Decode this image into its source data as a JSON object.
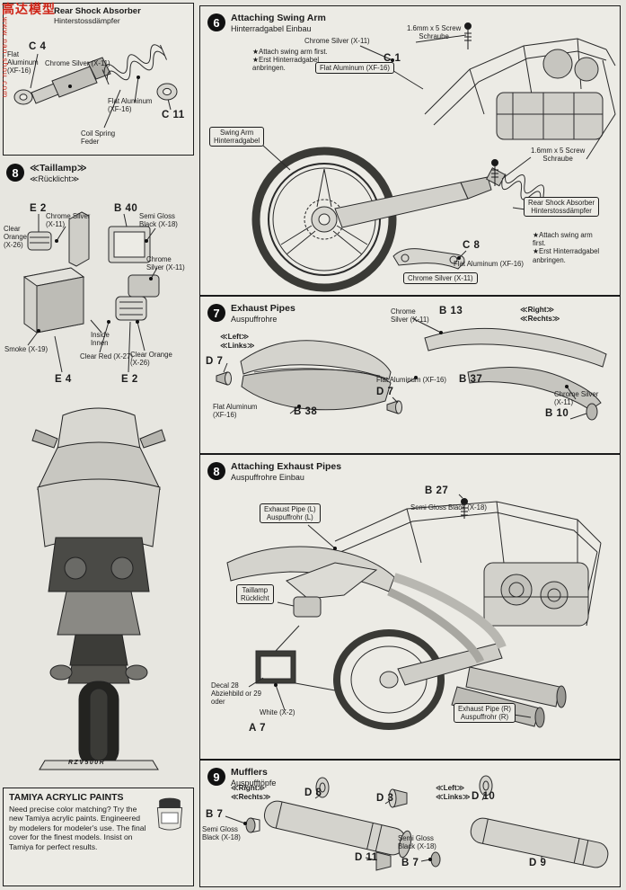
{
  "watermark": {
    "cn": "高达模型",
    "url": "www.nan-shou.com"
  },
  "shock_box": {
    "title_en": "Rear Shock Absorber",
    "title_de": "Hinterstossdämpfer",
    "c4": "C 4",
    "flat_aluminum_left": "Flat\nAluminum\n(XF-16)",
    "chrome_silver": "Chrome Silver (X-11)",
    "flat_aluminum_mid": "Flat Aluminum\n(XF-16)",
    "c11": "C 11",
    "coil_spring": "Coil Spring\nFeder"
  },
  "taillamp_step": {
    "number": "8",
    "title_en": "≪Taillamp≫",
    "title_de": "≪Rücklicht≫",
    "e2_top": "E 2",
    "chrome_silver_top": "Chrome Silver\n(X-11)",
    "b40": "B 40",
    "semi_gloss_black": "Semi Gloss\nBlack (X-18)",
    "clear_orange_left": "Clear\nOrange\n(X-26)",
    "chrome_silver_right": "Chrome\nSilver (X-11)",
    "smoke": "Smoke (X-19)",
    "inside": "Inside\nInnen",
    "clear_red": "Clear Red (X-27)",
    "clear_orange_bottom": "Clear Orange\n(X-26)",
    "e4": "E 4",
    "e2_bottom": "E 2"
  },
  "bike": {
    "model": "RZV500R"
  },
  "paints_ad": {
    "title": "TAMIYA ACRYLIC PAINTS",
    "body": "Need precise color matching? Try the new Tamiya acrylic paints. Engineered by modelers for modeler's use. The final cover for the finest models. Insist on Tamiya for perfect results."
  },
  "swing_arm_step": {
    "number": "6",
    "title_en": "Attaching Swing Arm",
    "title_de": "Hinterradgabel Einbau",
    "chrome_silver_top": "Chrome Silver (X-11)",
    "screw_top": "1.6mm x 5 Screw\nSchraube",
    "c1": "C 1",
    "flat_aluminum_top": "Flat Aluminum (XF-16)",
    "note_top": "★Attach swing arm first.\n★Erst Hinterradgabel\nanbringen.",
    "swing_arm_label": "Swing Arm\nHinterradgabel",
    "screw_right": "1.6mm x 5 Screw\nSchraube",
    "shock_label": "Rear Shock Absorber\nHinterstossdämpfer",
    "note_bottom": "★Attach swing arm\nfirst.\n★Erst Hinterradgabel\nanbringen.",
    "c8": "C 8",
    "flat_aluminum_bottom": "Flat Aluminum (XF-16)",
    "chrome_silver_bottom": "Chrome Silver (X-11)"
  },
  "exhaust_step": {
    "number": "7",
    "title_en": "Exhaust Pipes",
    "title_de": "Auspuffrohre",
    "left_tag": "≪Left≫\n≪Links≫",
    "chrome_silver_top": "Chrome\nSilver (X-11)",
    "b13": "B 13",
    "right_tag": "≪Right≫\n≪Rechts≫",
    "d7_left": "D 7",
    "flat_aluminum_mid": "Flat Aluminum (XF-16)",
    "b37": "B 37",
    "d7_mid": "D 7",
    "flat_aluminum_bottom": "Flat Aluminum\n(XF-16)",
    "b38": "B 38",
    "chrome_silver_right": "Chrome Silver\n(X-11)",
    "b10": "B 10"
  },
  "attach_exhaust_step": {
    "number": "8",
    "title_en": "Attaching Exhaust Pipes",
    "title_de": "Auspuffrohre Einbau",
    "b27": "B 27",
    "semi_gloss_black": "Semi Gloss Black (X-18)",
    "exhaust_l_label": "Exhaust Pipe (L)\nAuspuffrohr (L)",
    "taillamp_label": "Taillamp\nRücklicht",
    "decal_note": "Decal 28\nAbziehbild or 29\noder",
    "white": "White (X-2)",
    "a7": "A 7",
    "exhaust_r_label": "Exhaust Pipe (R)\nAuspuffrohr (R)"
  },
  "mufflers_step": {
    "number": "9",
    "title_en": "Mufflers",
    "title_de": "Auspufftöpfe",
    "right_tag": "≪Right≫\n≪Rechts≫",
    "d8": "D 8",
    "d3": "D 3",
    "left_tag": "≪Left≫\n≪Links≫",
    "d10": "D 10",
    "b7_left": "B 7",
    "semi_gloss_black_left": "Semi Gloss\nBlack (X-18)",
    "semi_gloss_black_right": "Semi Gloss\nBlack (X-18)",
    "b7_right": "B 7",
    "d11": "D 11",
    "d9": "D 9"
  }
}
